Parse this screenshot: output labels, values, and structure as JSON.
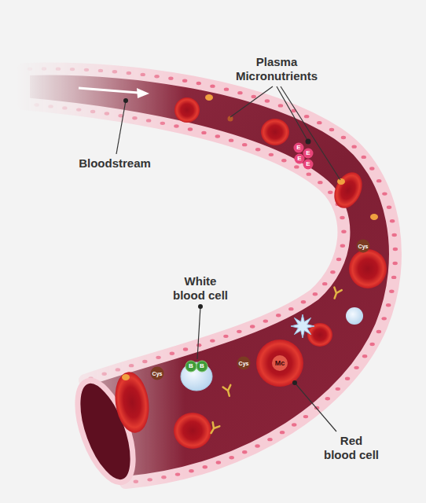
{
  "diagram": {
    "labels": [
      "Plasma Micronutrients",
      "Bloodstream",
      "White blood cell",
      "Red blood cell",
      "E",
      "E",
      "E",
      "E",
      "B",
      "B",
      "Cys",
      "Cys",
      "Cys",
      "Mc"
    ]
  }
}
